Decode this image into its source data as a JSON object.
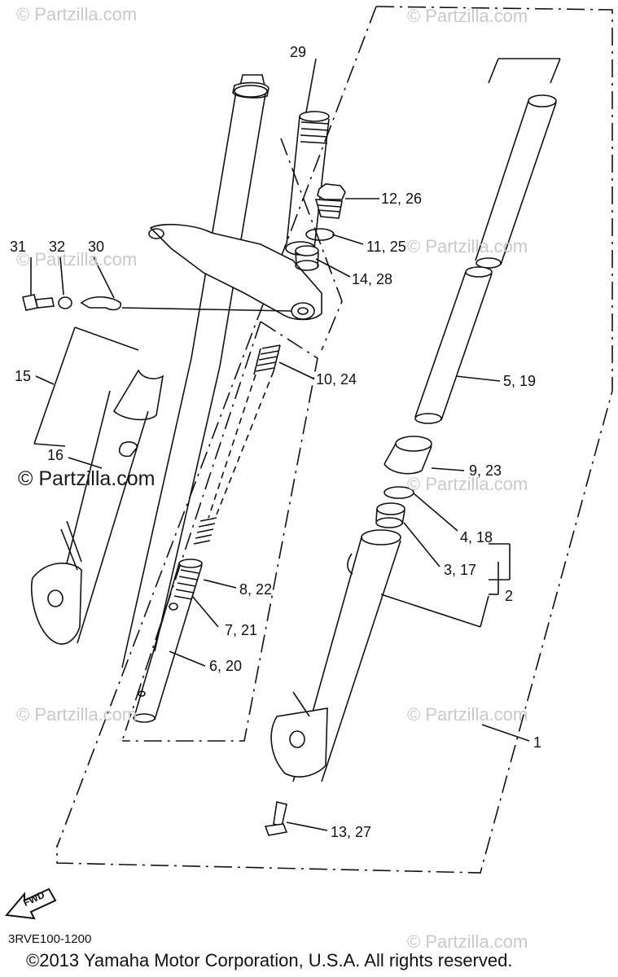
{
  "diagram": {
    "code": "3RVE100-1200",
    "copyright": "©2013 Yamaha Motor Corporation, U.S.A. All rights reserved.",
    "fwd_label": "FWD",
    "watermark": "© Partzilla.com",
    "callouts": {
      "c1": "1",
      "c2": "2",
      "c3": "3, 17",
      "c4": "4, 18",
      "c5": "5, 19",
      "c6": "6, 20",
      "c7": "7, 21",
      "c8": "8, 22",
      "c9": "9, 23",
      "c10": "10, 24",
      "c11": "11, 25",
      "c12": "12, 26",
      "c13": "13, 27",
      "c14": "14, 28",
      "c15": "15",
      "c16": "16",
      "c29": "29",
      "c30": "30",
      "c31": "31",
      "c32": "32"
    }
  }
}
